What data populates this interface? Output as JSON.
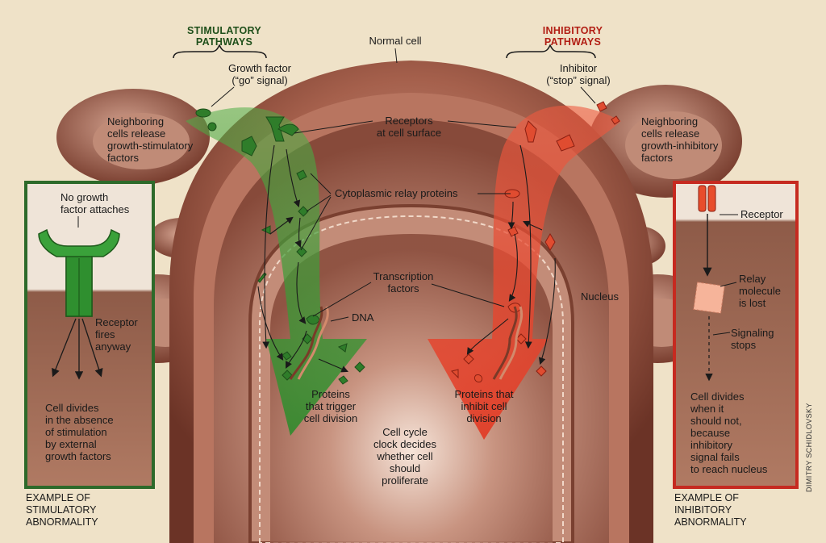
{
  "headings": {
    "stimulatory": "STIMULATORY\nPATHWAYS",
    "inhibitory": "INHIBITORY\nPATHWAYS"
  },
  "labels": {
    "normal_cell": "Normal cell",
    "growth_factor": "Growth factor\n(“go” signal)",
    "inhibitor": "Inhibitor\n(“stop” signal)",
    "neighbor_stim": "Neighboring\ncells release\ngrowth-stimulatory\nfactors",
    "neighbor_inhib": "Neighboring\ncells release\ngrowth-inhibitory\nfactors",
    "receptors": "Receptors\nat cell surface",
    "cytoplasmic": "Cytoplasmic relay proteins",
    "transcription": "Transcription\nfactors",
    "dna": "DNA",
    "nucleus": "Nucleus",
    "proteins_trigger": "Proteins\nthat trigger\ncell division",
    "proteins_inhibit": "Proteins that\ninhibit cell\ndivision",
    "cell_cycle": "Cell cycle\nclock decides\nwhether cell\nshould\nproliferate"
  },
  "left_box": {
    "no_growth": "No growth\nfactor attaches",
    "receptor_fires": "Receptor\nfires\nanyway",
    "divides": "Cell divides\nin the absence\nof stimulation\nby external\ngrowth factors",
    "caption": "EXAMPLE OF\nSTIMULATORY\nABNORMALITY"
  },
  "right_box": {
    "receptor": "Receptor",
    "relay_lost": "Relay\nmolecule\nis lost",
    "signaling_stops": "Signaling\nstops",
    "divides": "Cell divides\nwhen it\nshould not,\nbecause\ninhibitory\nsignal fails\nto reach nucleus",
    "caption": "EXAMPLE OF\nINHIBITORY\nABNORMALITY"
  },
  "credit": "DIMITRY SCHIDLOVSKY",
  "colors": {
    "stimulatory_green": "#3f9a3a",
    "inhibitory_red": "#e2452f",
    "cell_brown": "#8a4a3a",
    "box_green_border": "#2d6a2a",
    "box_red_border": "#c62a20"
  }
}
